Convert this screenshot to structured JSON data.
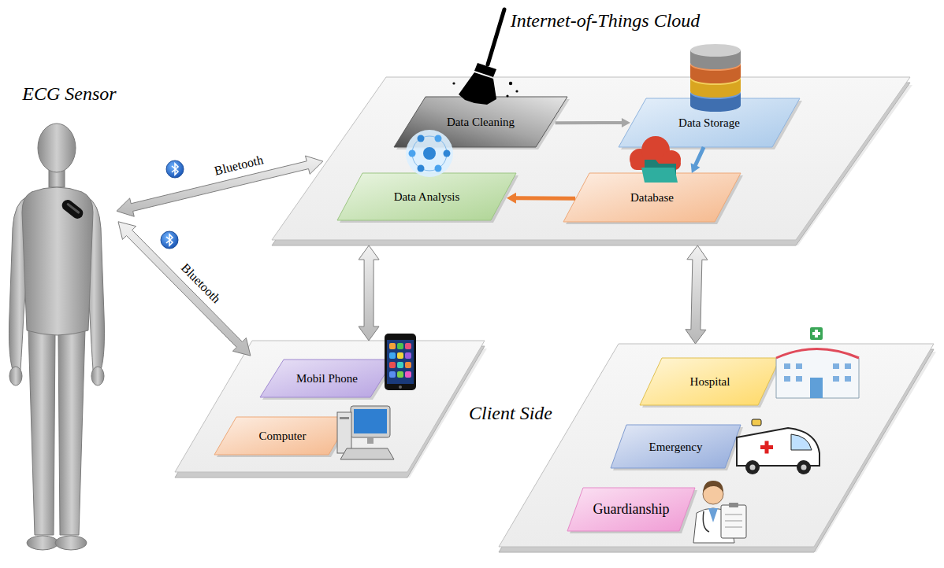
{
  "diagram": {
    "nodes": [
      {
        "text": [
          "ECG Sensor"
        ]
      },
      {
        "text": [
          "Internet-of-Things Cloud"
        ]
      },
      {
        "text": [
          "Data Cleaning"
        ],
        "in": 1
      },
      {
        "text": [
          "Data Storage"
        ],
        "in": 1
      },
      {
        "text": [
          "Data Analysis"
        ],
        "in": 1
      },
      {
        "text": [
          "Database"
        ],
        "in": 1
      },
      {
        "text": []
      },
      {
        "text": [
          "Mobil Phone"
        ],
        "in": 6
      },
      {
        "text": [
          "Computer"
        ],
        "in": 6
      },
      {
        "text": []
      },
      {
        "text": [
          "Hospital"
        ],
        "in": 9
      },
      {
        "text": [
          "Emergency"
        ],
        "in": 9
      },
      {
        "text": [
          "Guardianship"
        ],
        "in": 9
      }
    ],
    "edges": [
      {
        "from": 0,
        "to": 1,
        "arrow": "both",
        "label": "Bluetooth"
      },
      {
        "from": 0,
        "to": 6,
        "arrow": "both",
        "label": "Bluetooth"
      },
      {
        "from": 1,
        "to": 6,
        "arrow": "both"
      },
      {
        "from": 1,
        "to": 9,
        "arrow": "both"
      },
      {
        "from": 2,
        "to": 3,
        "arrow": "to"
      },
      {
        "from": 3,
        "to": 5,
        "arrow": "to"
      },
      {
        "from": 5,
        "to": 4,
        "arrow": "to"
      }
    ],
    "labels": [
      "Client Side"
    ]
  }
}
